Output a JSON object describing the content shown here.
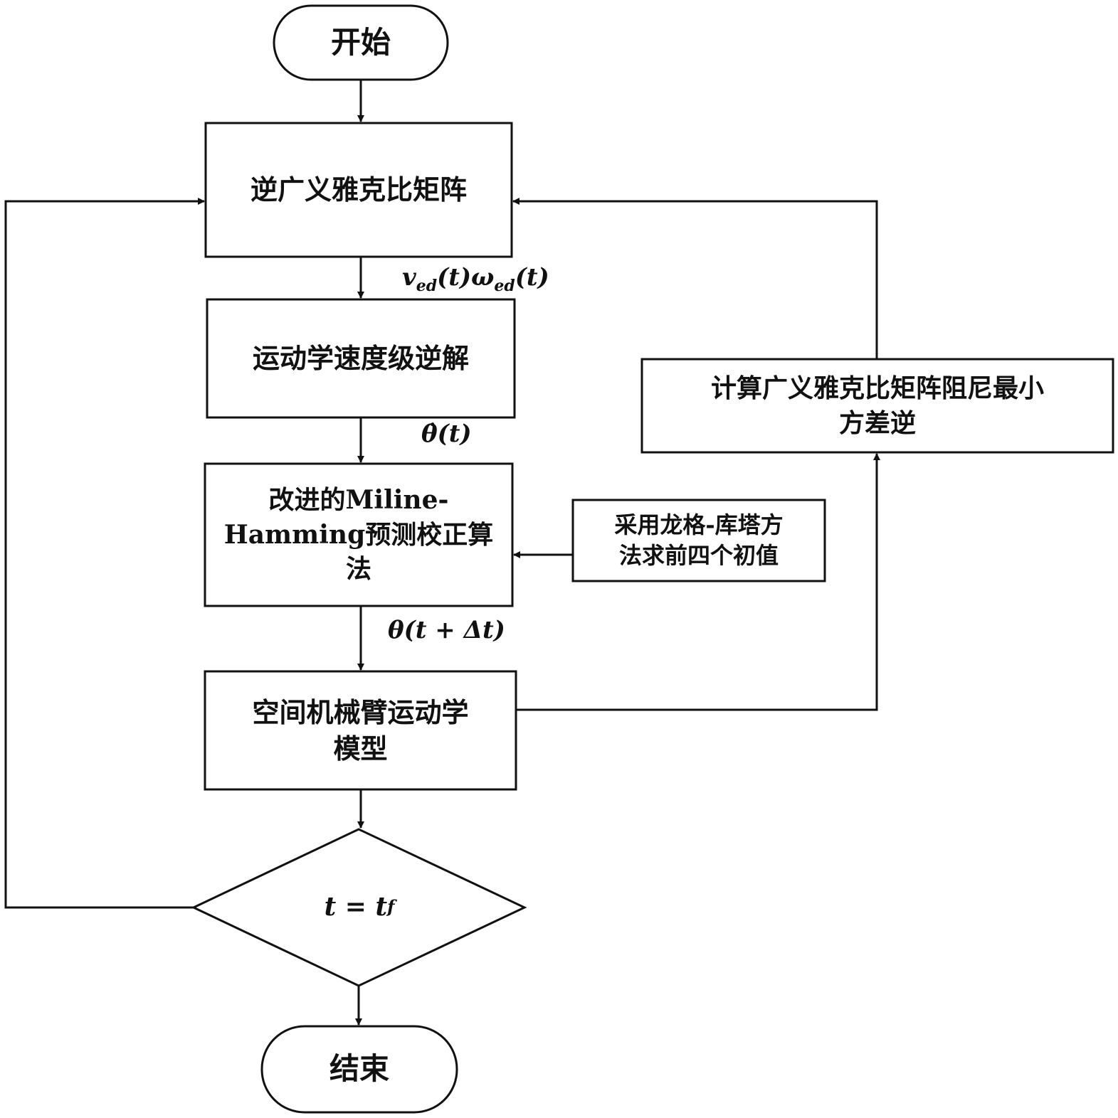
{
  "nodes": {
    "start": "开始",
    "inverse_jacobian": "逆广义雅克比矩阵",
    "kinematic_velocity_inverse": "运动学速度级逆解",
    "milne_hamming_line1": "改进的Miline-",
    "milne_hamming_line2": "Hamming预测校正算",
    "milne_hamming_line3": "法",
    "runge_kutta_line1": "采用龙格-库塔方",
    "runge_kutta_line2": "法求前四个初值",
    "damped_lsq_line1": "计算广义雅克比矩阵阻尼最小",
    "damped_lsq_line2": "方差逆",
    "space_arm_model_line1": "空间机械臂运动学",
    "space_arm_model_line2": "模型",
    "decision": "t = t",
    "decision_sub": "f",
    "end": "结束"
  },
  "edge_labels": {
    "velocity_v": "v",
    "velocity_v_sub": "ed",
    "velocity_t1": "(t)",
    "velocity_omega": "ω",
    "velocity_omega_sub": "ed",
    "velocity_t2": "(t)",
    "theta_dot": "θ̇(t)",
    "theta_next": "θ(t + Δt)"
  }
}
